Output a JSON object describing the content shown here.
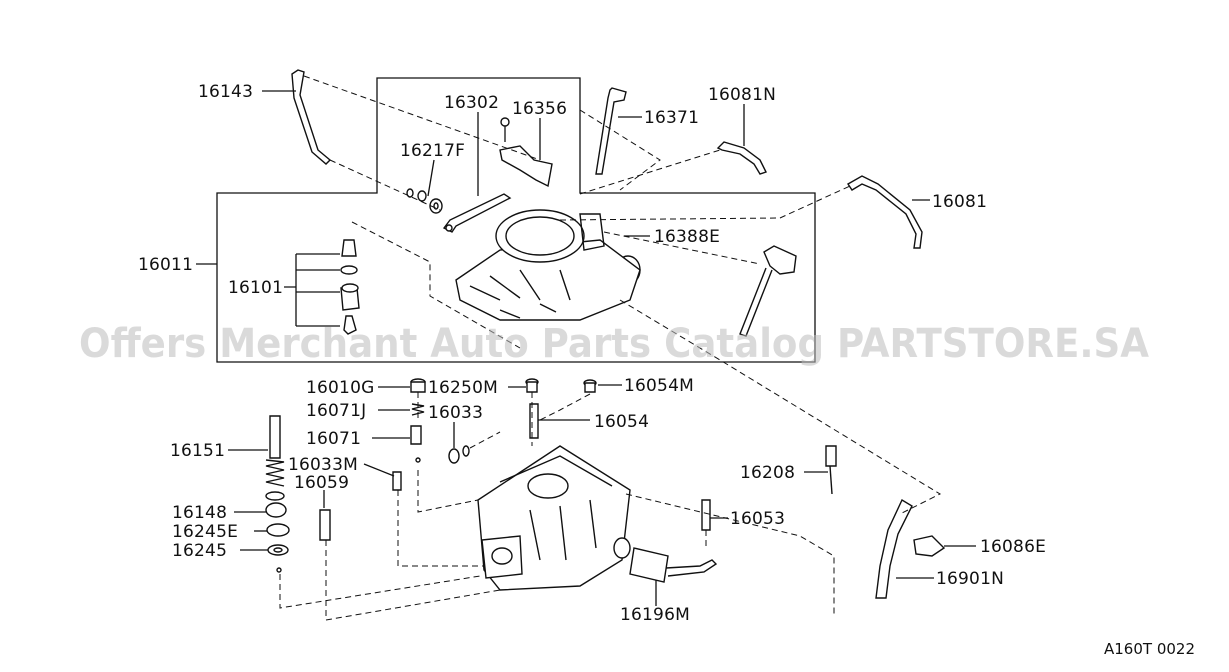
{
  "diagram": {
    "labels": {
      "p16143": "16143",
      "p16302": "16302",
      "p16356": "16356",
      "p16371": "16371",
      "p16081N": "16081N",
      "p16217F": "16217F",
      "p16081": "16081",
      "p16388E": "16388E",
      "p16011": "16011",
      "p16101": "16101",
      "p16010G": "16010G",
      "p16250M": "16250M",
      "p16054M": "16054M",
      "p16071J": "16071J",
      "p16033": "16033",
      "p16054": "16054",
      "p16071": "16071",
      "p16151": "16151",
      "p16033M": "16033M",
      "p16059": "16059",
      "p16208": "16208",
      "p16148": "16148",
      "p16053": "16053",
      "p16245E": "16245E",
      "p16086E": "16086E",
      "p16245": "16245",
      "p16901N": "16901N",
      "p16196M": "16196M"
    },
    "watermark": "Offers Merchant Auto Parts Catalog PARTSTORE.SA",
    "diagram_code": "A160T 0022"
  }
}
